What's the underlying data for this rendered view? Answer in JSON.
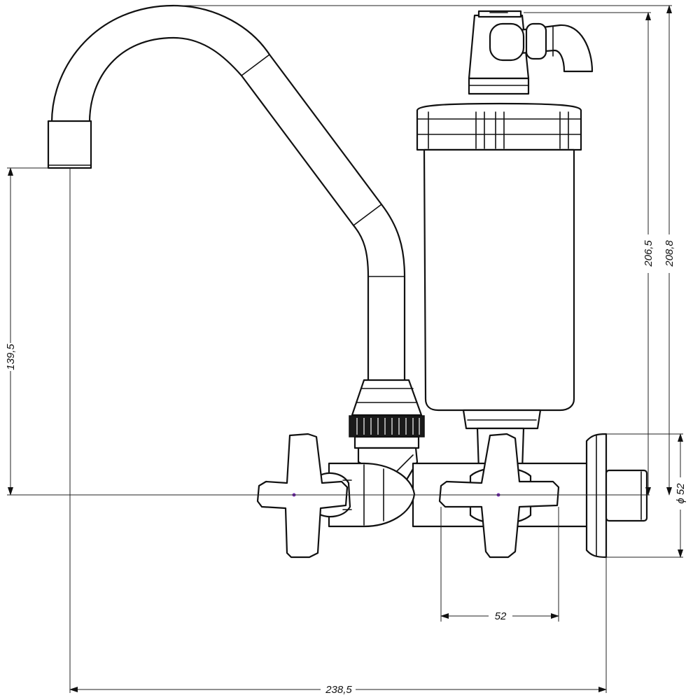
{
  "drawing": {
    "dimensions": {
      "height_left": "139,5",
      "height_filter": "206,5",
      "height_total": "208,8",
      "diameter": "ϕ 52",
      "handle_spacing": "52",
      "width_total": "238,5"
    },
    "colors": {
      "line": "#111111",
      "center_mark": "#7b2fb8",
      "background": "#ffffff"
    }
  }
}
